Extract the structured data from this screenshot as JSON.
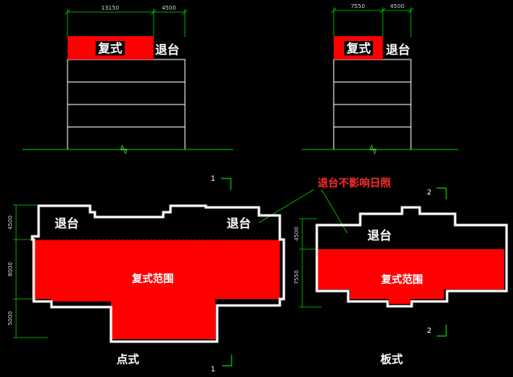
{
  "elevations": {
    "left": {
      "dim_1": "13150",
      "dim_2": "4500",
      "duplex_label": "复式",
      "terrace_label": "退台"
    },
    "right": {
      "dim_1": "7550",
      "dim_2": "4500",
      "duplex_label": "复式",
      "terrace_label": "退台"
    }
  },
  "annotation": {
    "text": "退台不影响日照",
    "color": "#ff2a2a"
  },
  "plans": {
    "point": {
      "section_mark_top": "1",
      "section_mark_bottom": "1",
      "terrace_left": "退台",
      "terrace_right": "退台",
      "duplex_area": "复式范围",
      "dims": [
        "4500",
        "8000",
        "5000"
      ],
      "caption": "点式"
    },
    "slab": {
      "section_mark_top": "2",
      "section_mark_bottom": "2",
      "terrace": "退台",
      "duplex_area": "复式范围",
      "dims": [
        "4500",
        "7550"
      ],
      "caption": "板式"
    }
  },
  "colors": {
    "duplex_fill": "#ff0000",
    "background": "#000000",
    "outline": "#ffffff",
    "ground_line": "#00cc00"
  }
}
